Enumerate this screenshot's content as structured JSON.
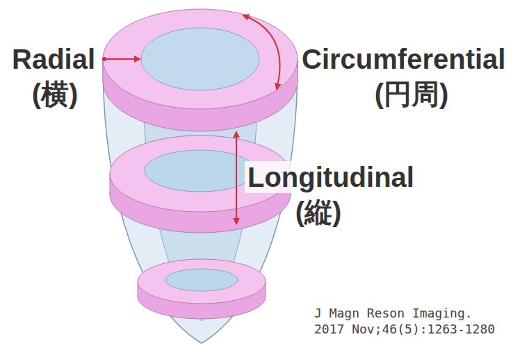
{
  "diagram": {
    "labels": [
      "Radial",
      "(横)",
      "Circumferential",
      "(円周)",
      "Longitudinal",
      "(縦)",
      "J Magn Reson Imaging.",
      "2017 Nov;46(5):1263-1280"
    ]
  }
}
